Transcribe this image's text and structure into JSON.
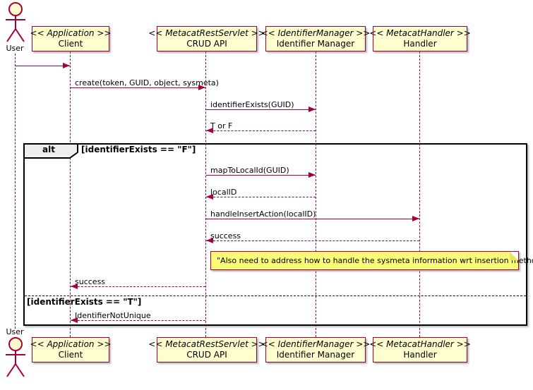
{
  "diagram_type": "uml-sequence",
  "actor": {
    "label": "User"
  },
  "participants": [
    {
      "stereotype": "<< Application >>",
      "name": "Client"
    },
    {
      "stereotype": "<< MetacatRestServlet >>",
      "name": "CRUD API"
    },
    {
      "stereotype": "<< IdentifierManager >>",
      "name": "Identifier Manager"
    },
    {
      "stereotype": "<< MetacatHandler >>",
      "name": "Handler"
    }
  ],
  "messages": [
    {
      "from": "User",
      "to": "Client",
      "label": "",
      "style": "solid"
    },
    {
      "from": "Client",
      "to": "CRUD API",
      "label": "create(token, GUID, object, sysmeta)",
      "style": "solid"
    },
    {
      "from": "CRUD API",
      "to": "Identifier Manager",
      "label": "identifierExists(GUID)",
      "style": "solid"
    },
    {
      "from": "Identifier Manager",
      "to": "CRUD API",
      "label": "T or F",
      "style": "dashed"
    },
    {
      "from": "CRUD API",
      "to": "Identifier Manager",
      "label": "mapToLocalId(GUID)",
      "style": "solid"
    },
    {
      "from": "Identifier Manager",
      "to": "CRUD API",
      "label": "localID",
      "style": "dashed"
    },
    {
      "from": "CRUD API",
      "to": "Handler",
      "label": "handleInsertAction(localID)",
      "style": "solid"
    },
    {
      "from": "Handler",
      "to": "CRUD API",
      "label": "success",
      "style": "dashed"
    },
    {
      "from": "CRUD API",
      "to": "Client",
      "label": "success",
      "style": "dashed"
    },
    {
      "from": "CRUD API",
      "to": "Client",
      "label": "IdentifierNotUnique",
      "style": "dashed"
    }
  ],
  "alt": {
    "operator": "alt",
    "guards": [
      "[identifierExists == \"F\"]",
      "[identifierExists == \"T\"]"
    ]
  },
  "note": {
    "text": "\"Also need to address how to handle the sysmeta information wrt insertion methods\""
  },
  "colors": {
    "line": "#A80036",
    "participant_fill": "#FEFECE",
    "note_fill": "#FBFB77",
    "frame_border": "#000000",
    "operator_fill": "#EEEEEE"
  }
}
